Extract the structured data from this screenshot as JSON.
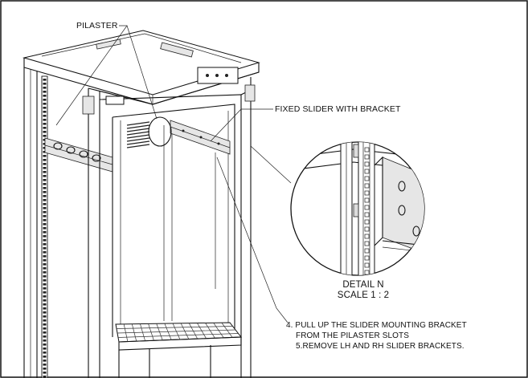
{
  "labels": {
    "pilaster": "PILASTER",
    "fixed_slider": "FIXED SLIDER WITH BRACKET",
    "detail_title": "DETAIL N",
    "detail_scale": "SCALE 1 : 2",
    "step4_line1": "4. PULL UP THE SLIDER MOUNTING BRACKET",
    "step4_line2": "FROM THE PILASTER SLOTS",
    "step5": "5.REMOVE LH AND RH SLIDER BRACKETS."
  }
}
